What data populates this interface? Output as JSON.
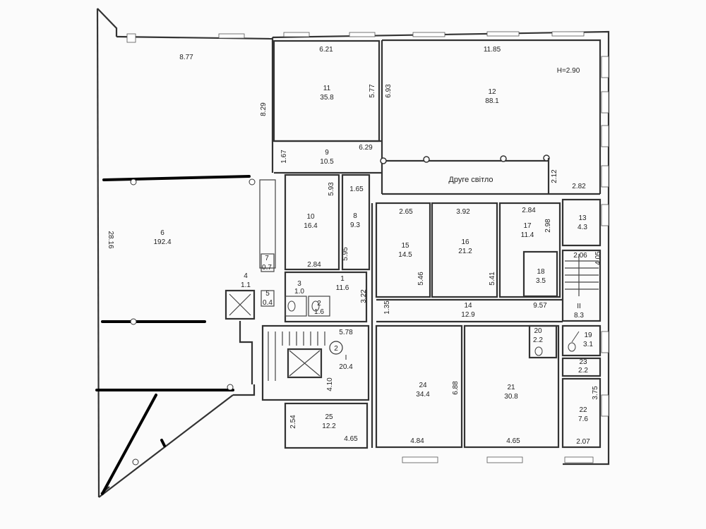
{
  "rooms": [
    {
      "number": "6",
      "area": "192.4"
    },
    {
      "number": "11",
      "area": "35.8"
    },
    {
      "number": "12",
      "area": "88.1"
    },
    {
      "number": "9",
      "area": "10.5"
    },
    {
      "number": "10",
      "area": "16.4"
    },
    {
      "number": "8",
      "area": "9.3"
    },
    {
      "number": "15",
      "area": "14.5"
    },
    {
      "number": "16",
      "area": "21.2"
    },
    {
      "number": "17",
      "area": "11.4"
    },
    {
      "number": "13",
      "area": "4.3"
    },
    {
      "number": "18",
      "area": "3.5"
    },
    {
      "number": "7",
      "area": "0.7"
    },
    {
      "number": "4",
      "area": "1.1"
    },
    {
      "number": "5",
      "area": "0.4"
    },
    {
      "number": "3",
      "area": "1.0"
    },
    {
      "number": "2",
      "area": "1.6"
    },
    {
      "number": "1",
      "area": "11.6"
    },
    {
      "number": "14",
      "area": "12.9"
    },
    {
      "number": "II",
      "area": "8.3"
    },
    {
      "number": "20",
      "area": "2.2"
    },
    {
      "number": "19",
      "area": "3.1"
    },
    {
      "number": "I",
      "area": "20.4"
    },
    {
      "number": "24",
      "area": "34.4"
    },
    {
      "number": "21",
      "area": "30.8"
    },
    {
      "number": "23",
      "area": "2.2"
    },
    {
      "number": "22",
      "area": "7.6"
    },
    {
      "number": "25",
      "area": "12.2"
    }
  ],
  "dimensions": {
    "d1": "8.77",
    "d2": "6.21",
    "d3": "11.85",
    "d4": "H=2.90",
    "d5": "8.29",
    "d6": "5.77",
    "d7": "6.93",
    "d8": "1.67",
    "d9": "6.29",
    "d10": "2.12",
    "d11": "2.82",
    "d12": "5.93",
    "d13": "1.65",
    "d14": "2.65",
    "d15": "3.92",
    "d16": "2.84",
    "d17": "2.98",
    "d18": "28.16",
    "d19": "2.84",
    "d20": "5.95",
    "d21": "5.46",
    "d22": "5.41",
    "d23": "2.06",
    "d24": "4.05",
    "d25": "3.22",
    "d26": "1.35",
    "d27": "9.57",
    "d28": "5.78",
    "d29": "4.10",
    "d30": "6.88",
    "d31": "3.75",
    "d32": "2.54",
    "d33": "4.65",
    "d34": "4.84",
    "d35": "4.65",
    "d36": "2.07"
  },
  "labels": {
    "second_light": "Друге світло",
    "stair_mark": "2"
  }
}
